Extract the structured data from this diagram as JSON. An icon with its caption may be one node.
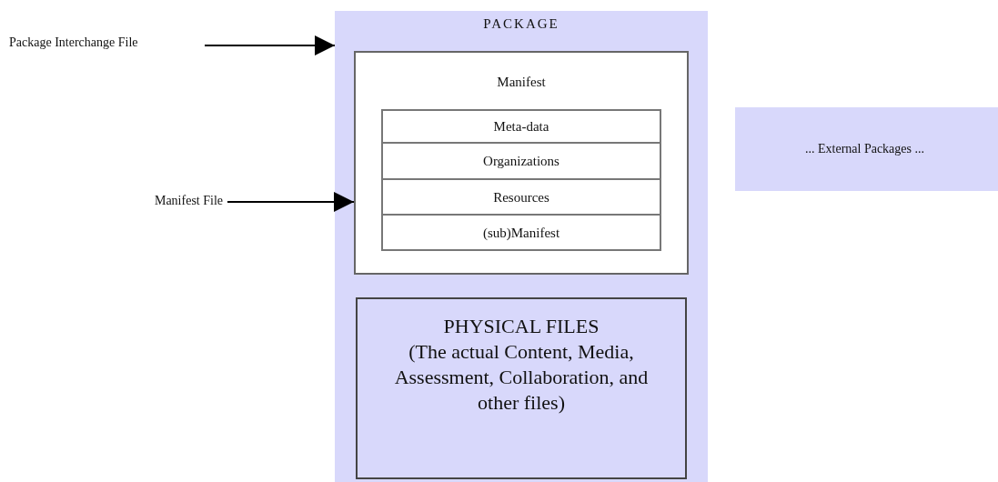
{
  "diagram": {
    "nodes": [
      {
        "text": [
          "Package  Interchange File"
        ]
      },
      {
        "text": [
          "PACKAGE"
        ]
      },
      {
        "text": [
          "Manifest"
        ],
        "in": 1
      },
      {
        "text": [
          "Meta-data"
        ],
        "in": 2
      },
      {
        "text": [
          "Organizations"
        ],
        "in": 2
      },
      {
        "text": [
          "Resources"
        ],
        "in": 2
      },
      {
        "text": [
          "(sub)Manifest"
        ],
        "in": 2
      },
      {
        "text": [
          "PHYSICAL FILES",
          "(The actual Content, Media, Assessment, Collaboration, and other files)"
        ],
        "in": 1
      },
      {
        "text": [
          "Manifest File"
        ]
      },
      {
        "text": [
          "... External Packages ..."
        ]
      }
    ],
    "edges": [
      {
        "from": 0,
        "to": 1,
        "arrow": "to"
      },
      {
        "from": 8,
        "to": 2,
        "arrow": "to"
      }
    ]
  }
}
